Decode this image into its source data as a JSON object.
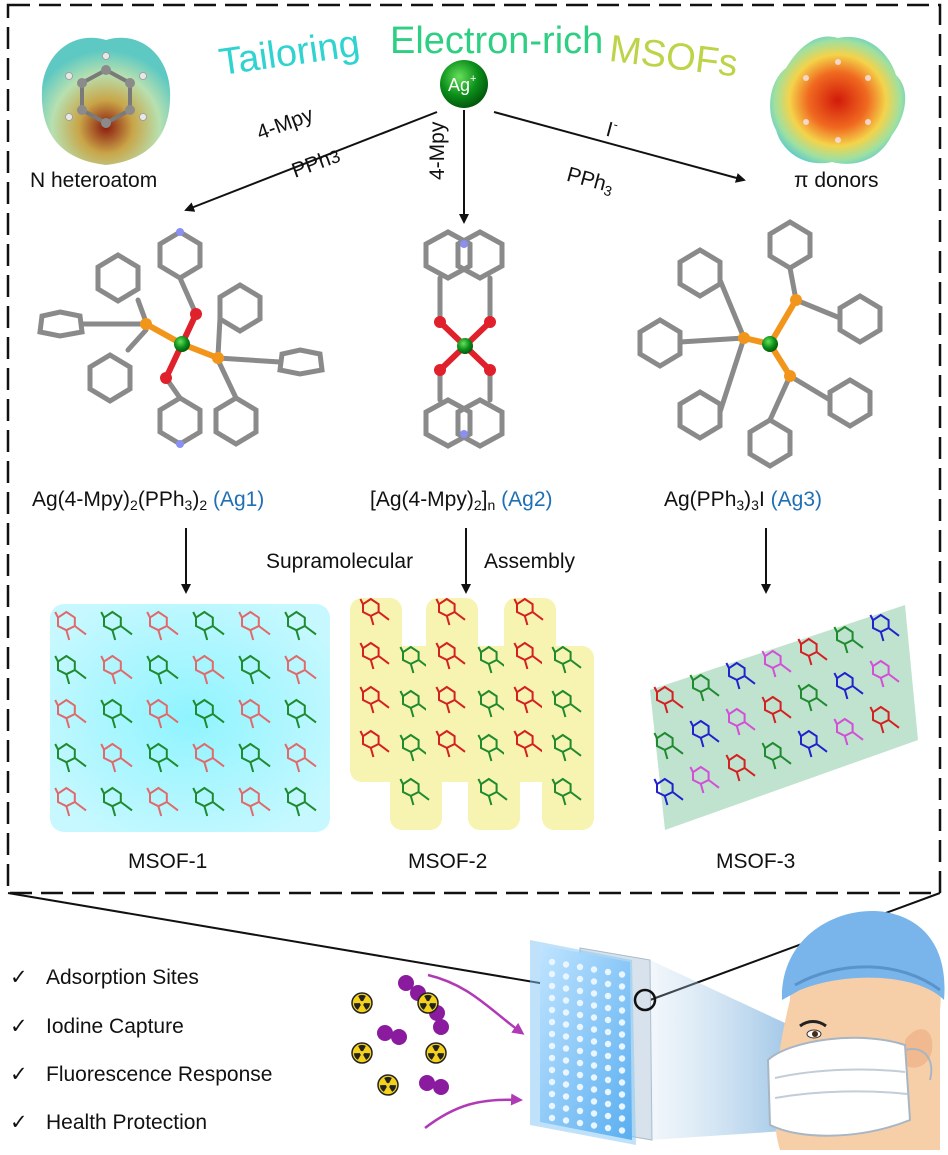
{
  "title": {
    "word1": "Tailoring",
    "word2": "Electron-rich",
    "word3": "MSOFs"
  },
  "center_ion": {
    "base": "Ag",
    "charge": "+"
  },
  "left_panel": {
    "label": "N heteroatom"
  },
  "right_panel": {
    "label": "π donors"
  },
  "arrows": {
    "left_top": "4-Mpy",
    "left_bottom": {
      "base": "PPh",
      "sub": "3"
    },
    "middle": "4-Mpy",
    "right_top": {
      "base": "I",
      "sup": "-"
    },
    "right_bottom": {
      "base": "PPh",
      "sub": "3"
    }
  },
  "complexes": [
    {
      "p1": "Ag(4-Mpy)",
      "s1": "2",
      "p2": "(PPh",
      "s2": "3",
      "p3": ")",
      "s3": "2",
      "tag": "(Ag1)"
    },
    {
      "p1": "[Ag(4-Mpy)",
      "s1": "2",
      "p2": "]",
      "s2": "n",
      "tag": "(Ag2)"
    },
    {
      "p1": "Ag(PPh",
      "s1": "3",
      "p2": ")",
      "s2": "3",
      "p3": "I",
      "tag": "(Ag3)"
    }
  ],
  "assembly": {
    "left": "Supramolecular",
    "right": "Assembly"
  },
  "frameworks": [
    "MSOF-1",
    "MSOF-2",
    "MSOF-3"
  ],
  "features": {
    "check_symbol": "✓",
    "items": [
      "Adsorption Sites",
      "Iodine Capture",
      "Fluorescence Response",
      "Health Protection"
    ]
  },
  "icons": [
    "radiation-icon",
    "iodine-molecule-icon",
    "filter-panel",
    "face-mask-person",
    "magnifier-circle"
  ],
  "colors": {
    "accent_blue": "#1f6fb5",
    "silver": "#1fa52f",
    "oxygen": "#e0202a",
    "phosphorus": "#f2961b",
    "nitrogen": "#8a8ff0"
  }
}
